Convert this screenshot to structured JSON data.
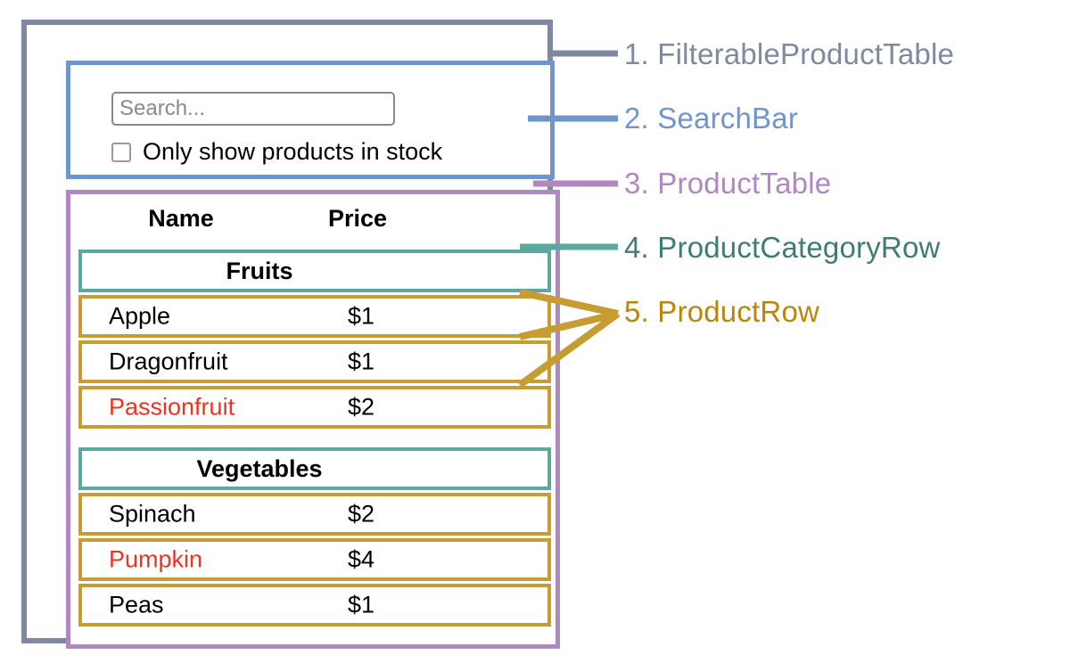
{
  "diagram": {
    "title": "React component hierarchy diagram",
    "colors": {
      "filterable_product_table": "#7e89a0",
      "search_bar": "#6f95cc",
      "product_table": "#b087c0",
      "product_category_row": "#5ba99e",
      "product_row": "#c79c33",
      "out_of_stock_text": "#ee3322",
      "text": "#000000"
    }
  },
  "search_bar": {
    "input_value": "",
    "placeholder": "Search...",
    "checkbox_label": "Only show products in stock",
    "checkbox_checked": false
  },
  "product_table": {
    "columns": [
      "Name",
      "Price"
    ],
    "groups": [
      {
        "category": "Fruits",
        "products": [
          {
            "name": "Apple",
            "price": "$1",
            "stocked": true
          },
          {
            "name": "Dragonfruit",
            "price": "$1",
            "stocked": true
          },
          {
            "name": "Passionfruit",
            "price": "$2",
            "stocked": false
          }
        ]
      },
      {
        "category": "Vegetables",
        "products": [
          {
            "name": "Spinach",
            "price": "$2",
            "stocked": true
          },
          {
            "name": "Pumpkin",
            "price": "$4",
            "stocked": false
          },
          {
            "name": "Peas",
            "price": "$1",
            "stocked": true
          }
        ]
      }
    ]
  },
  "annotations": [
    {
      "number": "1.",
      "label": "FilterableProductTable",
      "color": "#7e89a0"
    },
    {
      "number": "2.",
      "label": "SearchBar",
      "color": "#6f95cc"
    },
    {
      "number": "3.",
      "label": "ProductTable",
      "color": "#b087c0"
    },
    {
      "number": "4.",
      "label": "ProductCategoryRow",
      "color": "#5ba99e"
    },
    {
      "number": "5.",
      "label": "ProductRow",
      "color": "#c79c33"
    }
  ],
  "annotation_text": {
    "a1": "1. FilterableProductTable",
    "a2": "2. SearchBar",
    "a3": "3. ProductTable",
    "a4": "4. ProductCategoryRow",
    "a5": "5. ProductRow"
  }
}
